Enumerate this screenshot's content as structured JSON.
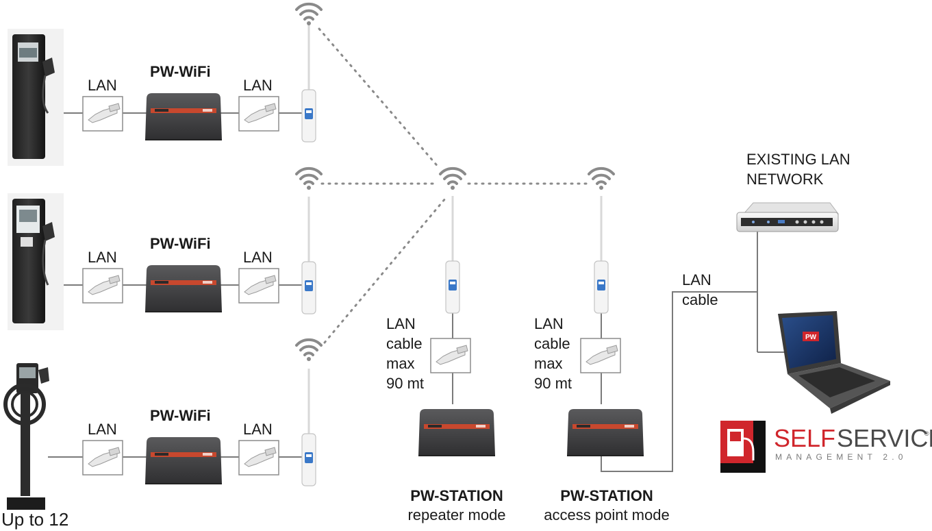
{
  "rows": [
    {
      "device_label": "PW-WiFi",
      "left_link_label": "LAN",
      "right_link_label": "LAN"
    },
    {
      "device_label": "PW-WiFi",
      "left_link_label": "LAN",
      "right_link_label": "LAN"
    },
    {
      "device_label": "PW-WiFi",
      "left_link_label": "LAN",
      "right_link_label": "LAN"
    }
  ],
  "footer_note": "Up to 12",
  "stations": [
    {
      "title": "PW-STATION",
      "mode": "repeater mode",
      "cable_lines": [
        "LAN",
        "cable",
        "max",
        "90 mt"
      ]
    },
    {
      "title": "PW-STATION",
      "mode": "access point mode",
      "cable_lines": [
        "LAN",
        "cable",
        "max",
        "90 mt"
      ]
    }
  ],
  "existing_lan": {
    "lines": [
      "EXISTING LAN",
      "NETWORK"
    ]
  },
  "lan_cable": {
    "lines": [
      "LAN",
      "cable"
    ]
  },
  "logo": {
    "text_self": "SELF",
    "text_service": "SERVICE",
    "reg_mark": "®",
    "subtitle": "MANAGEMENT 2.0"
  },
  "laptop_screen_logo": "PW",
  "colors": {
    "brand_red": "#d0262c",
    "device_dark": "#3c3c3e",
    "device_stripe": "#c8482e",
    "wire": "#7a7a7a",
    "wifi": "#8a8a8a"
  }
}
